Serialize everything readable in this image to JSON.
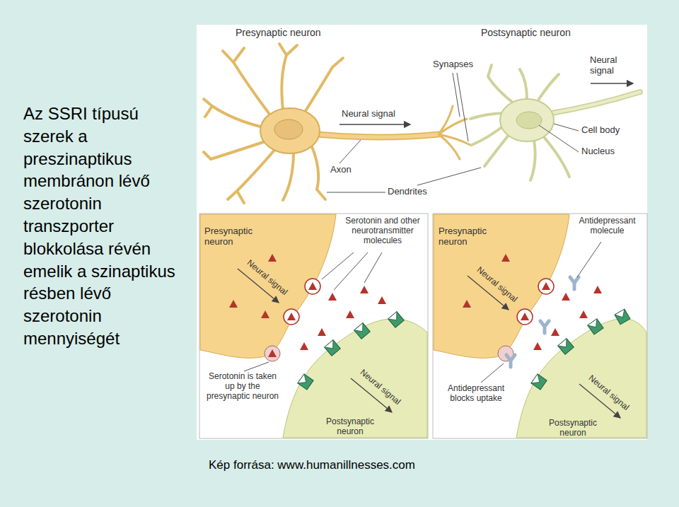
{
  "diagram": {
    "title": "Az SSRI típusú szerek a preszinaptikus membránon lévő szerotonin transzporter blokkolása révén emelik a szinaptikus résben lévő szerotonin mennyiségét",
    "caption": "Kép forrása: www.humanillnesses.com",
    "labels": [
      "Presynaptic neuron",
      "Postsynaptic neuron",
      "Synapses",
      "Neural signal",
      "Cell body",
      "Nucleus",
      "Neural signal",
      "Axon",
      "Dendrites",
      "Presynaptic neuron",
      "Neural signal",
      "Serotonin and other neurotransmitter molecules",
      "Serotonin is taken up by the presynaptic neuron",
      "Neural signal",
      "Postsynaptic neuron",
      "Presynaptic neuron",
      "Neural signal",
      "Antidepressant molecule",
      "Antidepressant blocks uptake",
      "Neural signal",
      "Postsynaptic neuron"
    ]
  }
}
